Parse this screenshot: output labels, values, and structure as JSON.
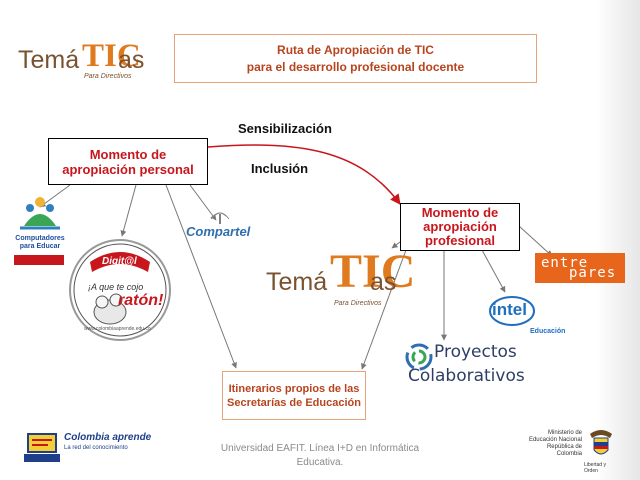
{
  "logo_top": {
    "tema": "Temá",
    "tic": "TIC",
    "as": "as",
    "sub": "Para Directivos"
  },
  "title": {
    "line1": "Ruta de Apropiación de TIC",
    "line2": "para el desarrollo profesional docente"
  },
  "nodes": {
    "personal": {
      "line1": "Momento de",
      "line2": "apropiación personal"
    },
    "profesional": {
      "line1": "Momento de",
      "line2": "apropiación",
      "line3": "profesional"
    },
    "itinerarios": {
      "line1": "Itinerarios propios de las",
      "line2": "Secretarías de Educación"
    }
  },
  "edges": {
    "sensibilizacion": "Sensibilización",
    "inclusion": "Inclusión"
  },
  "logos": {
    "computadores": {
      "line1": "Computadores",
      "line2": "para Educar"
    },
    "raton": {
      "top": "Digit@l",
      "que": "¡A que te cojo",
      "raton": "ratón!",
      "url": "www.colombiaaprende.edu.co"
    },
    "compartel": "Compartel",
    "tematic_mid": {
      "tema": "Temá",
      "tic": "TIC",
      "as": "as",
      "sub": "Para Directivos"
    },
    "entre_pares": {
      "entre": "entre",
      "pares": "pares"
    },
    "intel": {
      "name": "intel",
      "sub": "Educación"
    },
    "proyectos": {
      "line1": "Proyectos",
      "line2": "Colaborativos"
    },
    "colombia_aprende": {
      "name": "Colombia aprende",
      "sub": "La red del conocimiento"
    },
    "ministerio": {
      "line1": "Ministerio de",
      "line2": "Educación Nacional",
      "line3": "República de Colombia",
      "motto": "Libertad y Orden"
    }
  },
  "footer": {
    "line1": "Universidad EAFIT. Línea I+D en Informática",
    "line2": "Educativa."
  },
  "colors": {
    "title_text": "#b8441f",
    "node_text": "#c8161d",
    "edge_red": "#c8161d",
    "logo_orange": "#e07a1f",
    "logo_brown": "#7a5230"
  }
}
